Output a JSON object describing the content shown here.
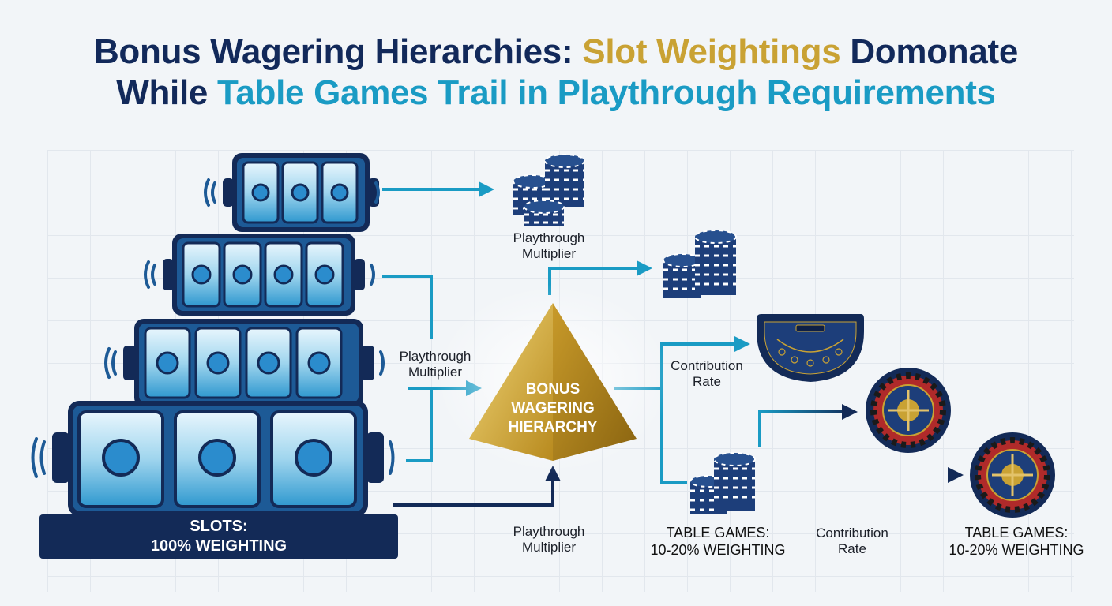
{
  "title": {
    "line1_part1": "Bonus Wagering Hierarchies: ",
    "line1_part2": "Slot Weightings",
    "line1_part3": " Domonate",
    "line2_part1": "While ",
    "line2_part2": "Table Games Trail in Playthrough Requirements"
  },
  "slots": {
    "label_line1": "SLOTS:",
    "label_line2": "100% WEIGHTING"
  },
  "center": {
    "line1": "BONUS",
    "line2": "WAGERING",
    "line3": "HIERARCHY"
  },
  "labels": {
    "playthrough_top_1": "Playthrough",
    "playthrough_top_2": "Multiplier",
    "playthrough_mid_1": "Playthrough",
    "playthrough_mid_2": "Multiplier",
    "playthrough_bottom_1": "Playthrough",
    "playthrough_bottom_2": "Multiplier",
    "contribution_1a": "Contribution",
    "contribution_1b": "Rate",
    "contribution_2a": "Contribution",
    "contribution_2b": "Rate",
    "table_games_1a": "TABLE GAMES:",
    "table_games_1b": "10-20% WEIGHTING",
    "table_games_2a": "TABLE GAMES:",
    "table_games_2b": "10-20% WEIGHTING"
  },
  "colors": {
    "navy": "#132a57",
    "teal": "#1a9bc4",
    "gold": "#c9a234",
    "reel_light": "#bfe3f4",
    "reel_mid": "#3aa6d8"
  },
  "icons": [
    "slot-machine-icon",
    "poker-chips-icon",
    "blackjack-table-icon",
    "roulette-wheel-icon",
    "pyramid-icon",
    "arrow-icon"
  ]
}
